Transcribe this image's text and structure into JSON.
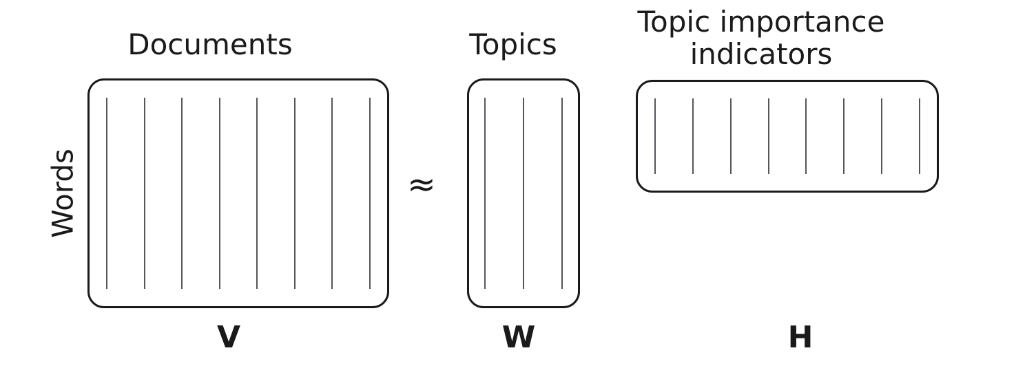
{
  "colors": {
    "background": "#ffffff",
    "ink": "#1a1a1a",
    "stripe": "#55565a"
  },
  "equation": {
    "operator": "≈"
  },
  "labels": {
    "words": "Words",
    "documents": "Documents",
    "topics": "Topics",
    "topic_importance_line1": "Topic importance",
    "topic_importance_line2": "indicators"
  },
  "matrices": [
    {
      "id": "V",
      "label": "V",
      "columns": 8
    },
    {
      "id": "W",
      "label": "W",
      "columns": 3
    },
    {
      "id": "H",
      "label": "H",
      "columns": 8
    }
  ]
}
